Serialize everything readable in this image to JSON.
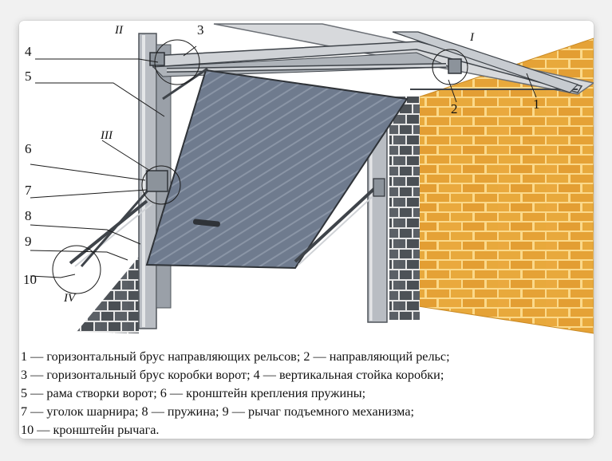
{
  "callouts": {
    "c1": "1",
    "c2": "2",
    "c3": "3",
    "c4": "4",
    "c5": "5",
    "c6": "6",
    "c7": "7",
    "c8": "8",
    "c9": "9",
    "c10": "10",
    "r1": "I",
    "r2": "II",
    "r3": "III",
    "r4": "IV"
  },
  "legend": [
    "1 — горизонтальный брус направляющих рельсов; 2 — направляющий рельс;",
    "3 — горизонтальный брус коробки ворот; 4 — вертикальная стойка коробки;",
    "5 — рама створки ворот; 6 — кронштейн крепления пружины;",
    "7 — уголок шарнира; 8 — пружина; 9 — рычаг подъемного механизма;",
    "10 — кронштейн рычага."
  ],
  "colors": {
    "brick": "#e8a93c",
    "mortar": "#fbd98a",
    "door": "#6e7a8d",
    "post": "#9aa0a8",
    "grey_brick": "#555a60"
  }
}
